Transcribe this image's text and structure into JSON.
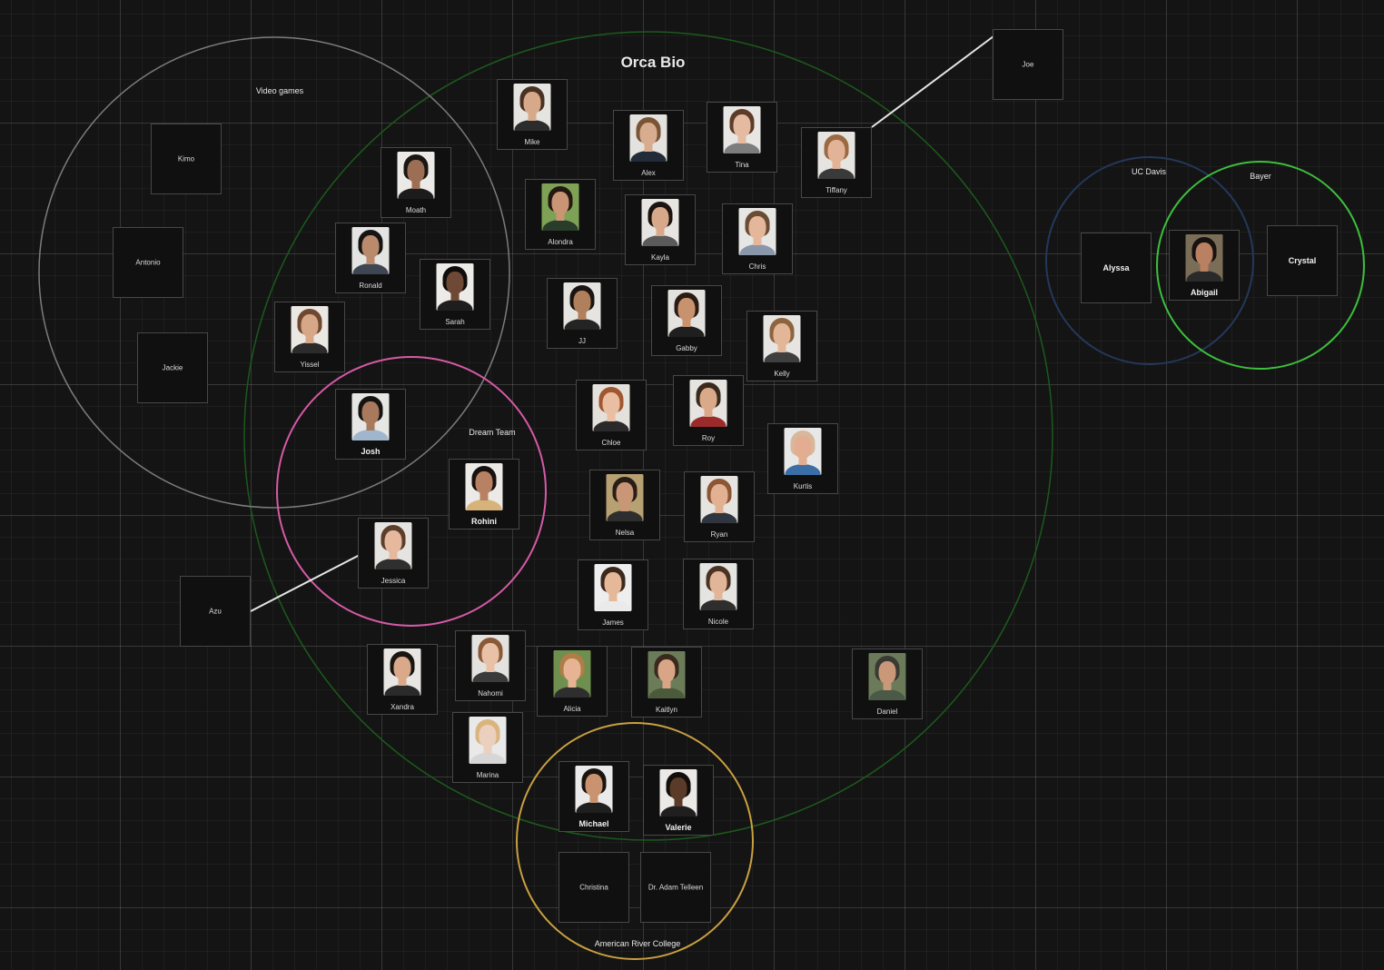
{
  "groups": [
    {
      "id": "orca",
      "label": "Orca Bio",
      "color": "#1c5a1c"
    },
    {
      "id": "video",
      "label": "Video games",
      "color": "#7c7c7c"
    },
    {
      "id": "dream",
      "label": "Dream Team",
      "color": "#d65aa6"
    },
    {
      "id": "ucdavis",
      "label": "UC Davis",
      "color": "#24385a"
    },
    {
      "id": "bayer",
      "label": "Bayer",
      "color": "#3cbf3c"
    },
    {
      "id": "arc",
      "label": "American River College",
      "color": "#c9a040"
    }
  ],
  "people": [
    {
      "name": "Kimo",
      "photo": false
    },
    {
      "name": "Antonio",
      "photo": false
    },
    {
      "name": "Jackie",
      "photo": false
    },
    {
      "name": "Moath",
      "photo": true,
      "skin": "#9c6f55",
      "hair": "#1a1612",
      "shirt": "#1c1c1c",
      "bg": "#eceae6"
    },
    {
      "name": "Ronald",
      "photo": true,
      "skin": "#b98a6c",
      "hair": "#141414",
      "shirt": "#3e4654",
      "bg": "#e4e4e2"
    },
    {
      "name": "Sarah",
      "photo": true,
      "skin": "#6e4a36",
      "hair": "#0f0d0b",
      "shirt": "#1e1e1e",
      "bg": "#ecebe8"
    },
    {
      "name": "Yissel",
      "photo": true,
      "skin": "#d7a887",
      "hair": "#6e4930",
      "shirt": "#2b2b2b",
      "bg": "#ebe7e2"
    },
    {
      "name": "Josh",
      "photo": true,
      "skin": "#a8795c",
      "hair": "#161311",
      "shirt": "#9fb6cd",
      "bg": "#e6e6e4"
    },
    {
      "name": "Mike",
      "photo": true,
      "skin": "#d6a98a",
      "hair": "#4a3223",
      "shirt": "#2c2c2c",
      "bg": "#e6e4e0"
    },
    {
      "name": "Alex",
      "photo": true,
      "skin": "#d8ad8f",
      "hair": "#7a5436",
      "shirt": "#222b38",
      "bg": "#e4e2de"
    },
    {
      "name": "Tina",
      "photo": true,
      "skin": "#e4bba0",
      "hair": "#5c3c28",
      "shirt": "#7d7d7d",
      "bg": "#e8e6e3"
    },
    {
      "name": "Tiffany",
      "photo": true,
      "skin": "#e2b396",
      "hair": "#9b6a42",
      "shirt": "#3a3a3a",
      "bg": "#e6e4e0"
    },
    {
      "name": "Alondra",
      "photo": true,
      "skin": "#c99574",
      "hair": "#241912",
      "shirt": "#2a3c2a",
      "bg": "#7ea255"
    },
    {
      "name": "Kayla",
      "photo": true,
      "skin": "#d7a98a",
      "hair": "#1c1410",
      "shirt": "#5a5a5a",
      "bg": "#e7e5e1"
    },
    {
      "name": "Chris",
      "photo": true,
      "skin": "#e4b79a",
      "hair": "#6a4b33",
      "shirt": "#8a96aa",
      "bg": "#e6e6e4"
    },
    {
      "name": "JJ",
      "photo": true,
      "skin": "#b0805d",
      "hair": "#1a1512",
      "shirt": "#242424",
      "bg": "#e6e4e0"
    },
    {
      "name": "Gabby",
      "photo": true,
      "skin": "#c9926f",
      "hair": "#2a1c14",
      "shirt": "#1f1f1f",
      "bg": "#e4e2de"
    },
    {
      "name": "Kelly",
      "photo": true,
      "skin": "#e3b697",
      "hair": "#8d6440",
      "shirt": "#3f3f3f",
      "bg": "#e7e5e2"
    },
    {
      "name": "Chloe",
      "photo": true,
      "skin": "#e9bea2",
      "hair": "#a0572f",
      "shirt": "#2a2a2a",
      "bg": "#e4e1dc"
    },
    {
      "name": "Roy",
      "photo": true,
      "skin": "#d9a98a",
      "hair": "#3a2a1e",
      "shirt": "#9b2b2b",
      "bg": "#e6e4e0"
    },
    {
      "name": "Kurtis",
      "photo": true,
      "skin": "#e2ad90",
      "hair": "#d8b89c",
      "shirt": "#3b6ea6",
      "bg": "#e8e8e8"
    },
    {
      "name": "Rohini",
      "photo": true,
      "skin": "#b98163",
      "hair": "#171210",
      "shirt": "#d7b37a",
      "bg": "#eceae6"
    },
    {
      "name": "Jessica",
      "photo": true,
      "skin": "#e6b99e",
      "hair": "#5c3f2b",
      "shirt": "#2f2f2f",
      "bg": "#e6e4e0"
    },
    {
      "name": "Nelsa",
      "photo": true,
      "skin": "#c99777",
      "hair": "#2a1d16",
      "shirt": "#2e2e2e",
      "bg": "#b7a072"
    },
    {
      "name": "Ryan",
      "photo": true,
      "skin": "#e1b192",
      "hair": "#8c5634",
      "shirt": "#303640",
      "bg": "#e6e4e0"
    },
    {
      "name": "James",
      "photo": true,
      "skin": "#e4b898",
      "hair": "#3a2a1c",
      "shirt": "#eaeaea",
      "bg": "#eeeeee"
    },
    {
      "name": "Nicole",
      "photo": true,
      "skin": "#e1b597",
      "hair": "#4a3323",
      "shirt": "#2e2e2e",
      "bg": "#e6e4e0"
    },
    {
      "name": "Xandra",
      "photo": true,
      "skin": "#d9a98a",
      "hair": "#1b1512",
      "shirt": "#2a2a2a",
      "bg": "#e8e6e3"
    },
    {
      "name": "Nahomi",
      "photo": true,
      "skin": "#e8c1a6",
      "hair": "#8a5a38",
      "shirt": "#3b3b3b",
      "bg": "#e4e2de"
    },
    {
      "name": "Alicia",
      "photo": true,
      "skin": "#e6b394",
      "hair": "#b27c47",
      "shirt": "#2e2e2e",
      "bg": "#6f8f4e"
    },
    {
      "name": "Kaitlyn",
      "photo": true,
      "skin": "#d8a686",
      "hair": "#3a2a1e",
      "shirt": "#4a5a3a",
      "bg": "#6b7c58"
    },
    {
      "name": "Daniel",
      "photo": true,
      "skin": "#c89878",
      "hair": "#3a3a34",
      "shirt": "#4a5a46",
      "bg": "#6b7a58"
    },
    {
      "name": "Marina",
      "photo": true,
      "skin": "#ead0bd",
      "hair": "#d9b47e",
      "shirt": "#d6d6d6",
      "bg": "#e9e9e9"
    },
    {
      "name": "Michael",
      "photo": true,
      "skin": "#c8936e",
      "hair": "#1a1410",
      "shirt": "#1f1f1f",
      "bg": "#eaeaea"
    },
    {
      "name": "Valerie",
      "photo": true,
      "skin": "#5a3a28",
      "hair": "#120e0c",
      "shirt": "#1f1f1f",
      "bg": "#eceae6"
    },
    {
      "name": "Christina",
      "photo": false
    },
    {
      "name": "Dr. Adam Telleen",
      "photo": false
    },
    {
      "name": "Azu",
      "photo": false
    },
    {
      "name": "Joe",
      "photo": false
    },
    {
      "name": "Alyssa",
      "photo": false
    },
    {
      "name": "Abigail",
      "photo": true,
      "skin": "#b98062",
      "hair": "#171210",
      "shirt": "#2a2a2a",
      "bg": "#7a6e58"
    },
    {
      "name": "Crystal",
      "photo": false
    }
  ]
}
